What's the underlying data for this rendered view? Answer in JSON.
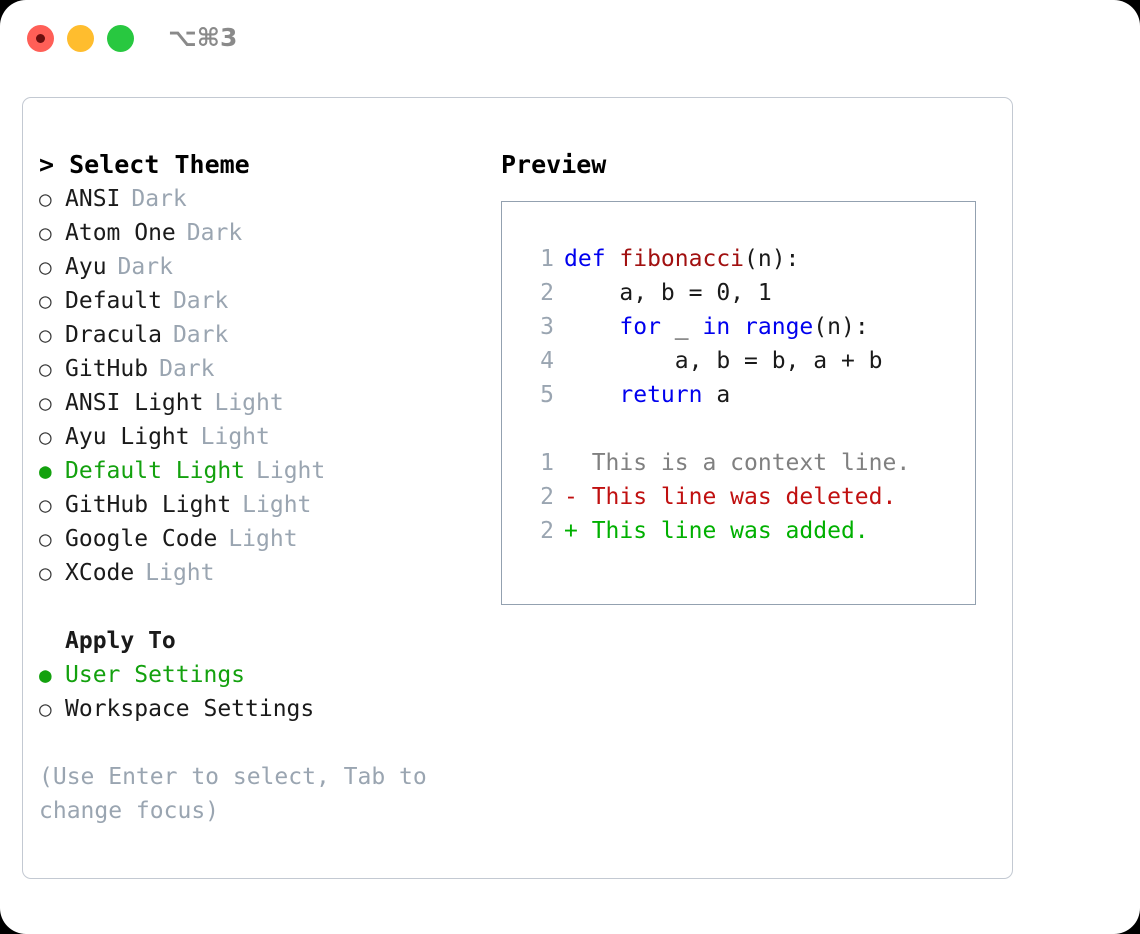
{
  "titlebar": {
    "shortcut": "⌥⌘3",
    "lights": [
      "close",
      "minimize",
      "maximize"
    ]
  },
  "theme_picker": {
    "heading": "> Select Theme",
    "markers": {
      "selected": "●",
      "unselected": "○"
    },
    "selected_color": "#13a10e",
    "tag_color": "#9aa5b1",
    "items": [
      {
        "label": "ANSI",
        "tag": "Dark",
        "selected": false
      },
      {
        "label": "Atom One",
        "tag": "Dark",
        "selected": false
      },
      {
        "label": "Ayu",
        "tag": "Dark",
        "selected": false
      },
      {
        "label": "Default",
        "tag": "Dark",
        "selected": false
      },
      {
        "label": "Dracula",
        "tag": "Dark",
        "selected": false
      },
      {
        "label": "GitHub",
        "tag": "Dark",
        "selected": false
      },
      {
        "label": "ANSI Light",
        "tag": "Light",
        "selected": false
      },
      {
        "label": "Ayu Light",
        "tag": "Light",
        "selected": false
      },
      {
        "label": "Default Light",
        "tag": "Light",
        "selected": true
      },
      {
        "label": "GitHub Light",
        "tag": "Light",
        "selected": false
      },
      {
        "label": "Google Code",
        "tag": "Light",
        "selected": false
      },
      {
        "label": "XCode",
        "tag": "Light",
        "selected": false
      }
    ]
  },
  "apply_to": {
    "heading": "Apply To",
    "items": [
      {
        "label": "User Settings",
        "selected": true
      },
      {
        "label": "Workspace Settings",
        "selected": false
      }
    ]
  },
  "hint": "(Use Enter to select, Tab to change focus)",
  "preview": {
    "title": "Preview",
    "code_lines": [
      {
        "no": "1",
        "tokens": [
          {
            "t": "def ",
            "c": "kw"
          },
          {
            "t": "fibonacci",
            "c": "fn"
          },
          {
            "t": "(n):",
            "c": "pl"
          }
        ]
      },
      {
        "no": "2",
        "tokens": [
          {
            "t": "    a, b = 0, 1",
            "c": "pl"
          }
        ]
      },
      {
        "no": "3",
        "tokens": [
          {
            "t": "    ",
            "c": "pl"
          },
          {
            "t": "for",
            "c": "kw"
          },
          {
            "t": " _ ",
            "c": "pl"
          },
          {
            "t": "in",
            "c": "kw"
          },
          {
            "t": " ",
            "c": "pl"
          },
          {
            "t": "range",
            "c": "kw"
          },
          {
            "t": "(n):",
            "c": "pl"
          }
        ]
      },
      {
        "no": "4",
        "tokens": [
          {
            "t": "        a, b = b, a + b",
            "c": "pl"
          }
        ]
      },
      {
        "no": "5",
        "tokens": [
          {
            "t": "    ",
            "c": "pl"
          },
          {
            "t": "return",
            "c": "kw"
          },
          {
            "t": " a",
            "c": "pl"
          }
        ]
      }
    ],
    "diff_lines": [
      {
        "no": "1",
        "text": "  This is a context line.",
        "kind": "ctx"
      },
      {
        "no": "2",
        "text": "- This line was deleted.",
        "kind": "del"
      },
      {
        "no": "2",
        "text": "+ This line was added.",
        "kind": "add"
      }
    ],
    "colors": {
      "keyword": "#0000ee",
      "function": "#a11010",
      "plain": "#1a1a1a",
      "lineno": "#9aa5b1",
      "context": "#808080",
      "deleted": "#c01010",
      "added": "#00b000"
    }
  }
}
